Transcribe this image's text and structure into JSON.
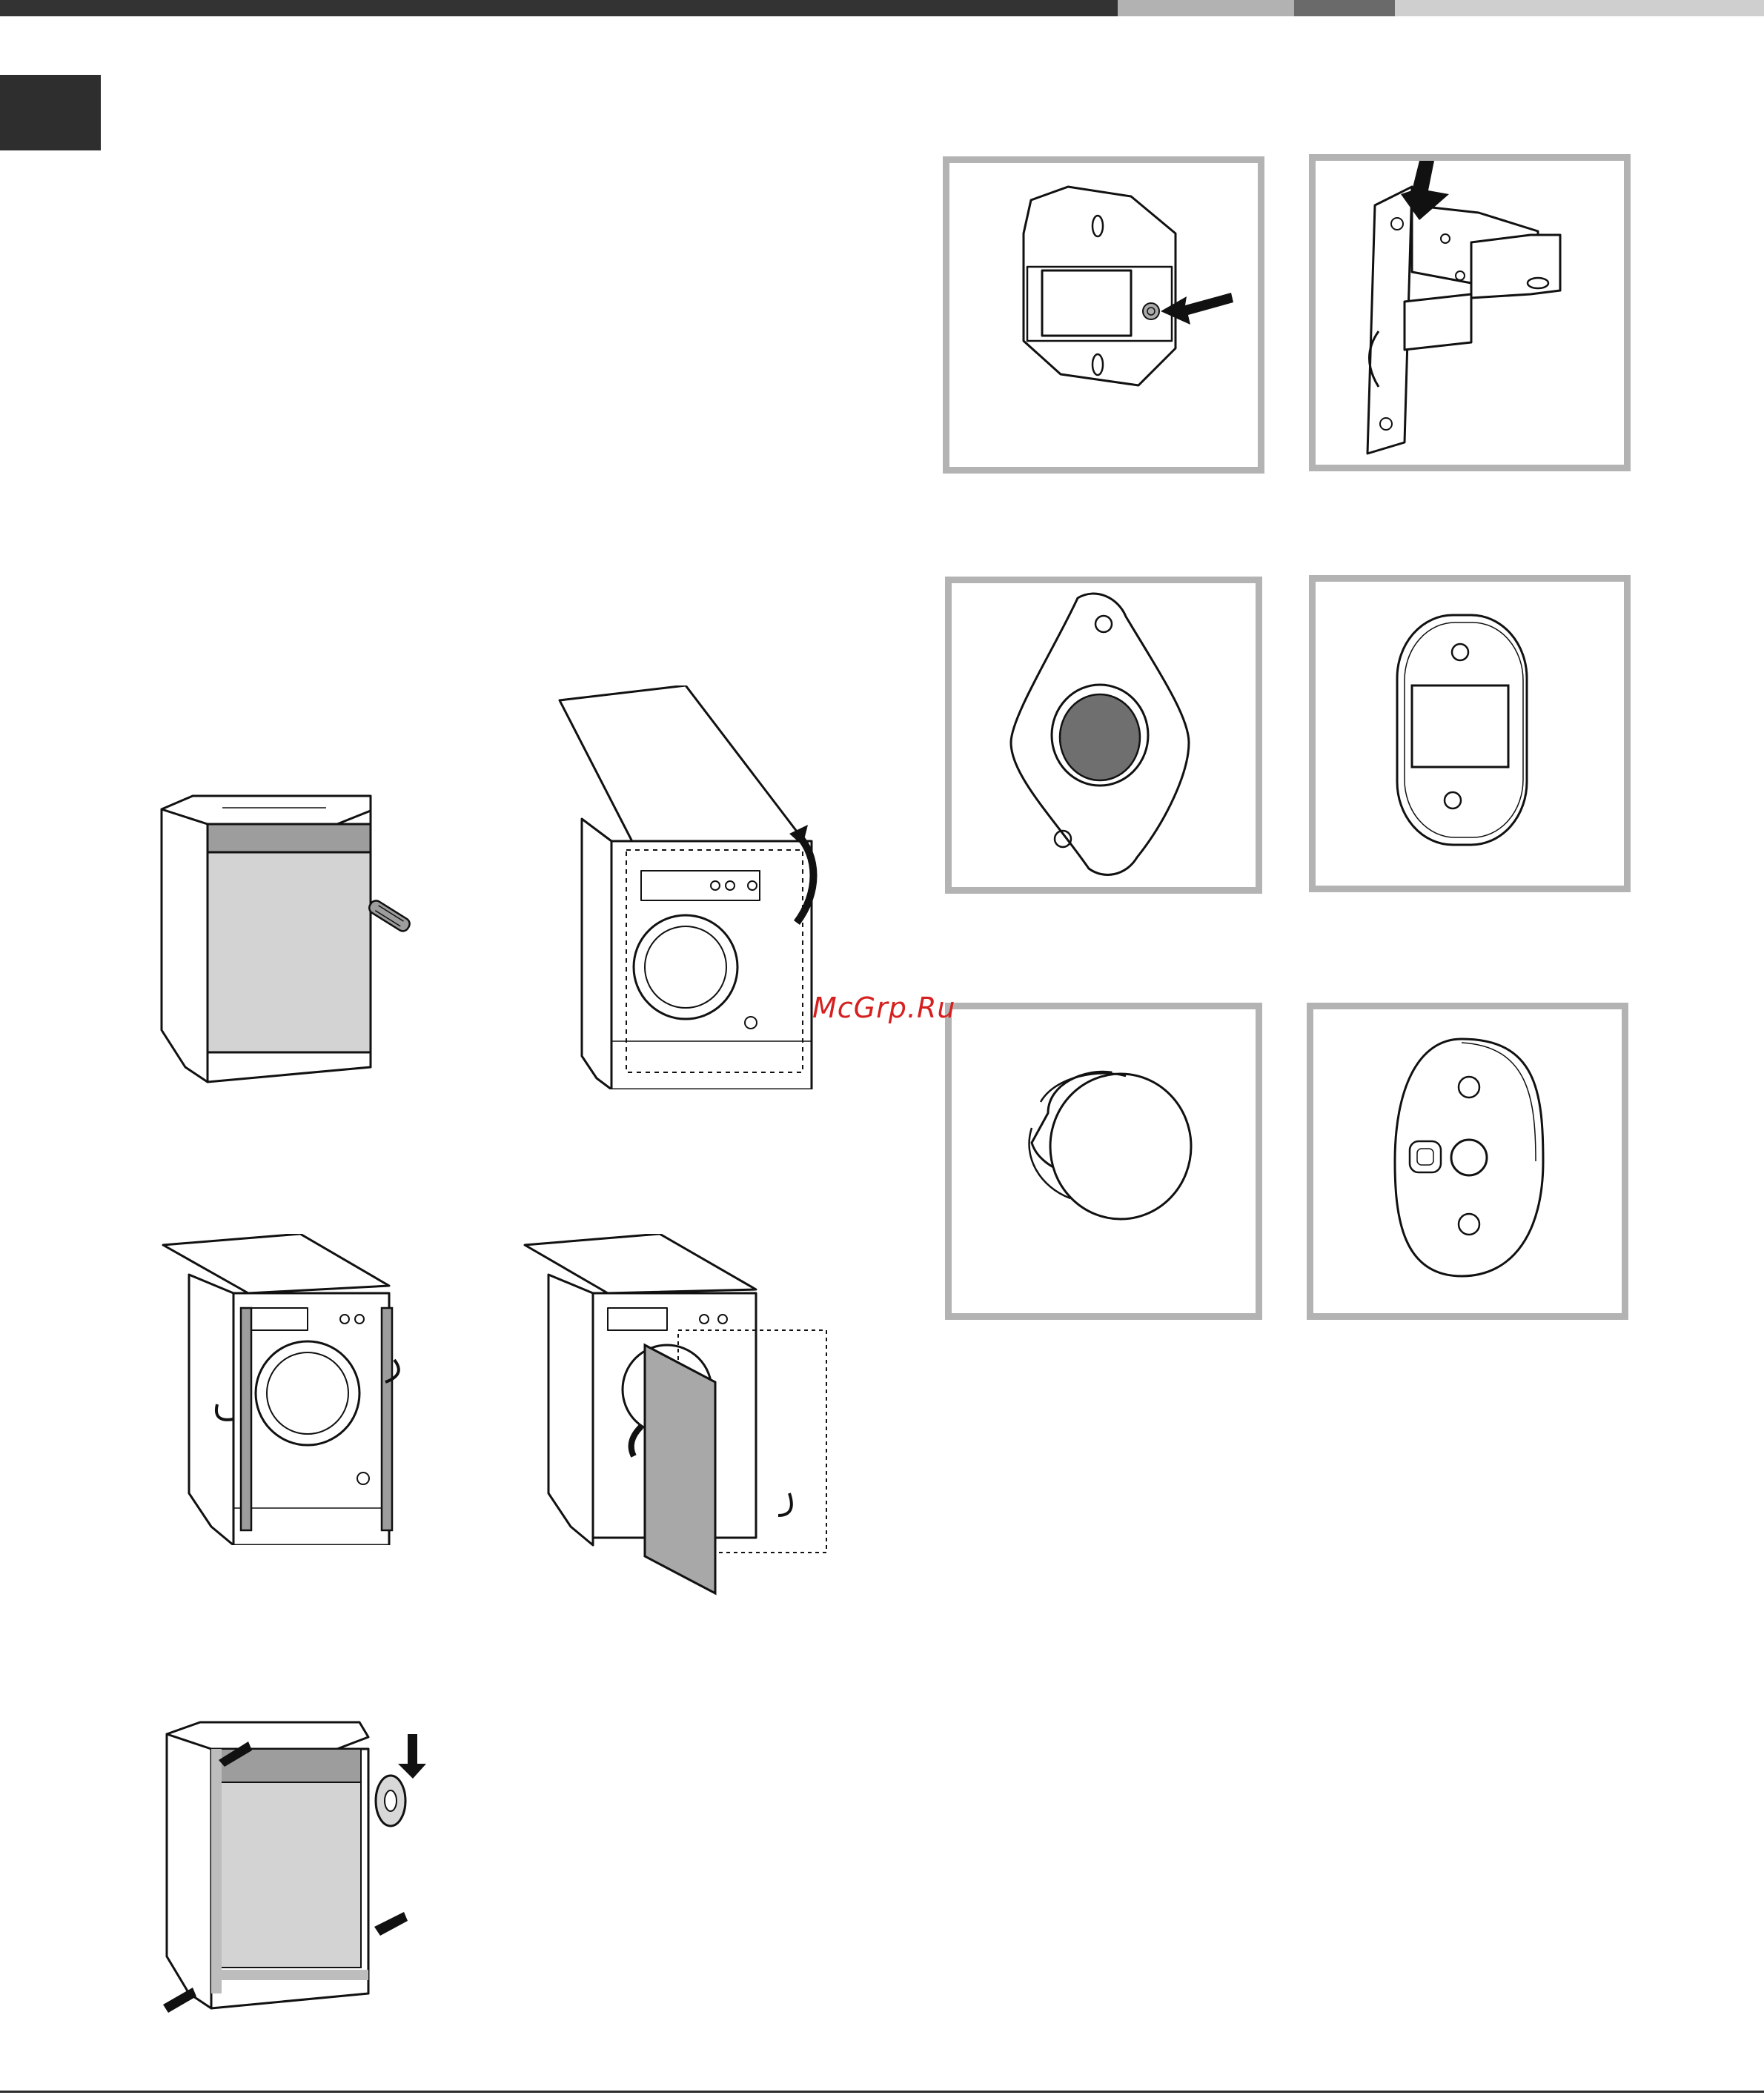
{
  "header": {
    "bar_colors": [
      "#333333",
      "#b2b2b2",
      "#6a6a6a",
      "#cfcfcf"
    ]
  },
  "watermark": {
    "text": "McGrp.Ru",
    "color": "#d62020"
  },
  "figures": {
    "left_column": [
      {
        "name": "appliance-with-screwdriver"
      },
      {
        "name": "appliance-top-panel-lift"
      },
      {
        "name": "appliance-side-brackets"
      },
      {
        "name": "appliance-door-panel-fitting"
      },
      {
        "name": "appliance-tape-sealing"
      }
    ],
    "right_column": [
      {
        "name": "hinge-plate-with-screw"
      },
      {
        "name": "hinge-bracket-press"
      },
      {
        "name": "diamond-magnet-plate"
      },
      {
        "name": "oval-catch-plate"
      },
      {
        "name": "cylinder-knob"
      },
      {
        "name": "oval-mounting-plate"
      }
    ]
  }
}
